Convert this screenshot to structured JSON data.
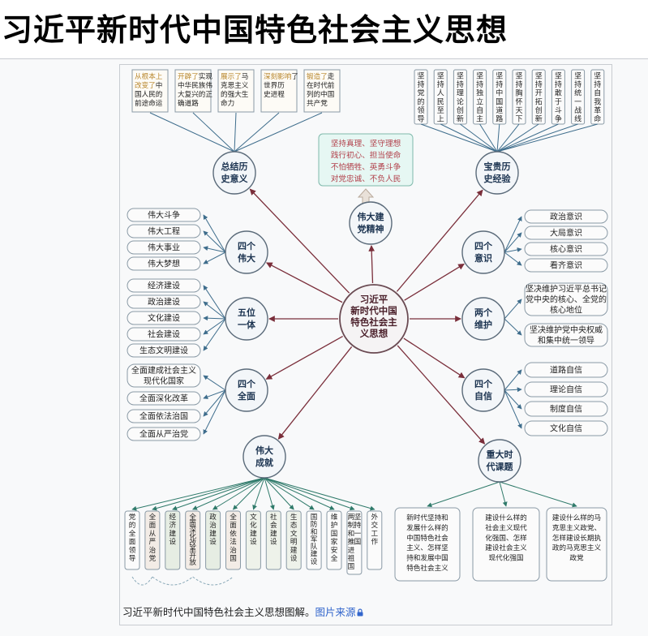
{
  "page": {
    "title": "习近平新时代中国特色社会主义思想"
  },
  "caption": {
    "text": "习近平新时代中国特色社会主义思想图解。",
    "source_link": "图片来源"
  },
  "diagram": {
    "center": [
      "习近平",
      "新时代中国",
      "特色社会主",
      "义思想"
    ],
    "hubs": {
      "history": [
        "总结历",
        "史意义"
      ],
      "spirit": [
        "伟大建",
        "党精神"
      ],
      "experience": [
        "宝贵历",
        "史经验"
      ],
      "four_great": [
        "四个",
        "伟大"
      ],
      "five_in_one": [
        "五位",
        "一体"
      ],
      "four_comprehensive": [
        "四个",
        "全面"
      ],
      "achievements": [
        "伟大",
        "成就"
      ],
      "four_consciousness": [
        "四个",
        "意识"
      ],
      "two_safeguards": [
        "两个",
        "维护"
      ],
      "four_confidence": [
        "四个",
        "自信"
      ],
      "major_issues": [
        "重大时",
        "代课题"
      ]
    },
    "history_items": [
      {
        "hl": "从根本上",
        "hl2": "改变了",
        "rest": [
          "中",
          "国人民的",
          "前途命运"
        ]
      },
      {
        "hl": "开辟了",
        "rest": [
          "实现",
          "中华民族伟",
          "大复兴的正",
          "确道路"
        ]
      },
      {
        "hl": "展示了",
        "rest": [
          "马",
          "克思主义",
          "的强大生",
          "命力"
        ]
      },
      {
        "hl": "深刻影响",
        "rest": [
          "了",
          "世界历",
          "史进程"
        ]
      },
      {
        "hl": "锻造了",
        "rest": [
          "走",
          "在时代前",
          "列的中国",
          "共产党"
        ]
      }
    ],
    "spirit_text": [
      "坚持真理、坚守理想",
      "践行初心、担当使命",
      "不怕牺牲、英勇斗争",
      "对党忠诚、不负人民"
    ],
    "experience_items": [
      "坚持党的领导",
      "坚持人民至上",
      "坚持理论创新",
      "坚持独立自主",
      "坚持中国道路",
      "坚持胸怀天下",
      "坚持开拓创新",
      "坚持敢于斗争",
      "坚持统一战线",
      "坚持自我革命"
    ],
    "four_great_items": [
      "伟大斗争",
      "伟大工程",
      "伟大事业",
      "伟大梦想"
    ],
    "five_in_one_items": [
      "经济建设",
      "政治建设",
      "文化建设",
      "社会建设",
      "生态文明建设"
    ],
    "four_comprehensive_items": [
      [
        "全面建成社会主义",
        "现代化国家"
      ],
      [
        "全面深化改革"
      ],
      [
        "全面依法治国"
      ],
      [
        "全面从严治党"
      ]
    ],
    "four_consciousness_items": [
      "政治意识",
      "大局意识",
      "核心意识",
      "看齐意识"
    ],
    "two_safeguards_items": [
      [
        "坚决维护习近平总书记",
        "党中央的核心、全党的",
        "核心地位"
      ],
      [
        "坚决维护党中央权威",
        "和集中统一领导"
      ]
    ],
    "four_confidence_items": [
      "道路自信",
      "理论自信",
      "制度自信",
      "文化自信"
    ],
    "achievement_items": [
      "党的全面领导",
      "全面从严治党",
      "经济建设",
      "全面深化改革开放",
      "政治建设",
      "全面依法治国",
      "文化建设",
      "社会建设",
      "生态文明建设",
      "国防和军队建设",
      "维护国家安全",
      "坚持一国两制和推进祖国统一",
      "外交工作"
    ],
    "issue_items": [
      [
        "新时代坚持和",
        "发展什么样的",
        "中国特色社会",
        "主义、怎样坚",
        "持和发展中国",
        "特色社会主义"
      ],
      [
        "建设什么样的",
        "社会主义现代",
        "化强国、怎样",
        "建设社会主义",
        "现代化强国"
      ],
      [
        "建设什么样的马",
        "克思主义政党、",
        "怎样建设长期执",
        "政的马克思主义",
        "政党"
      ]
    ]
  }
}
